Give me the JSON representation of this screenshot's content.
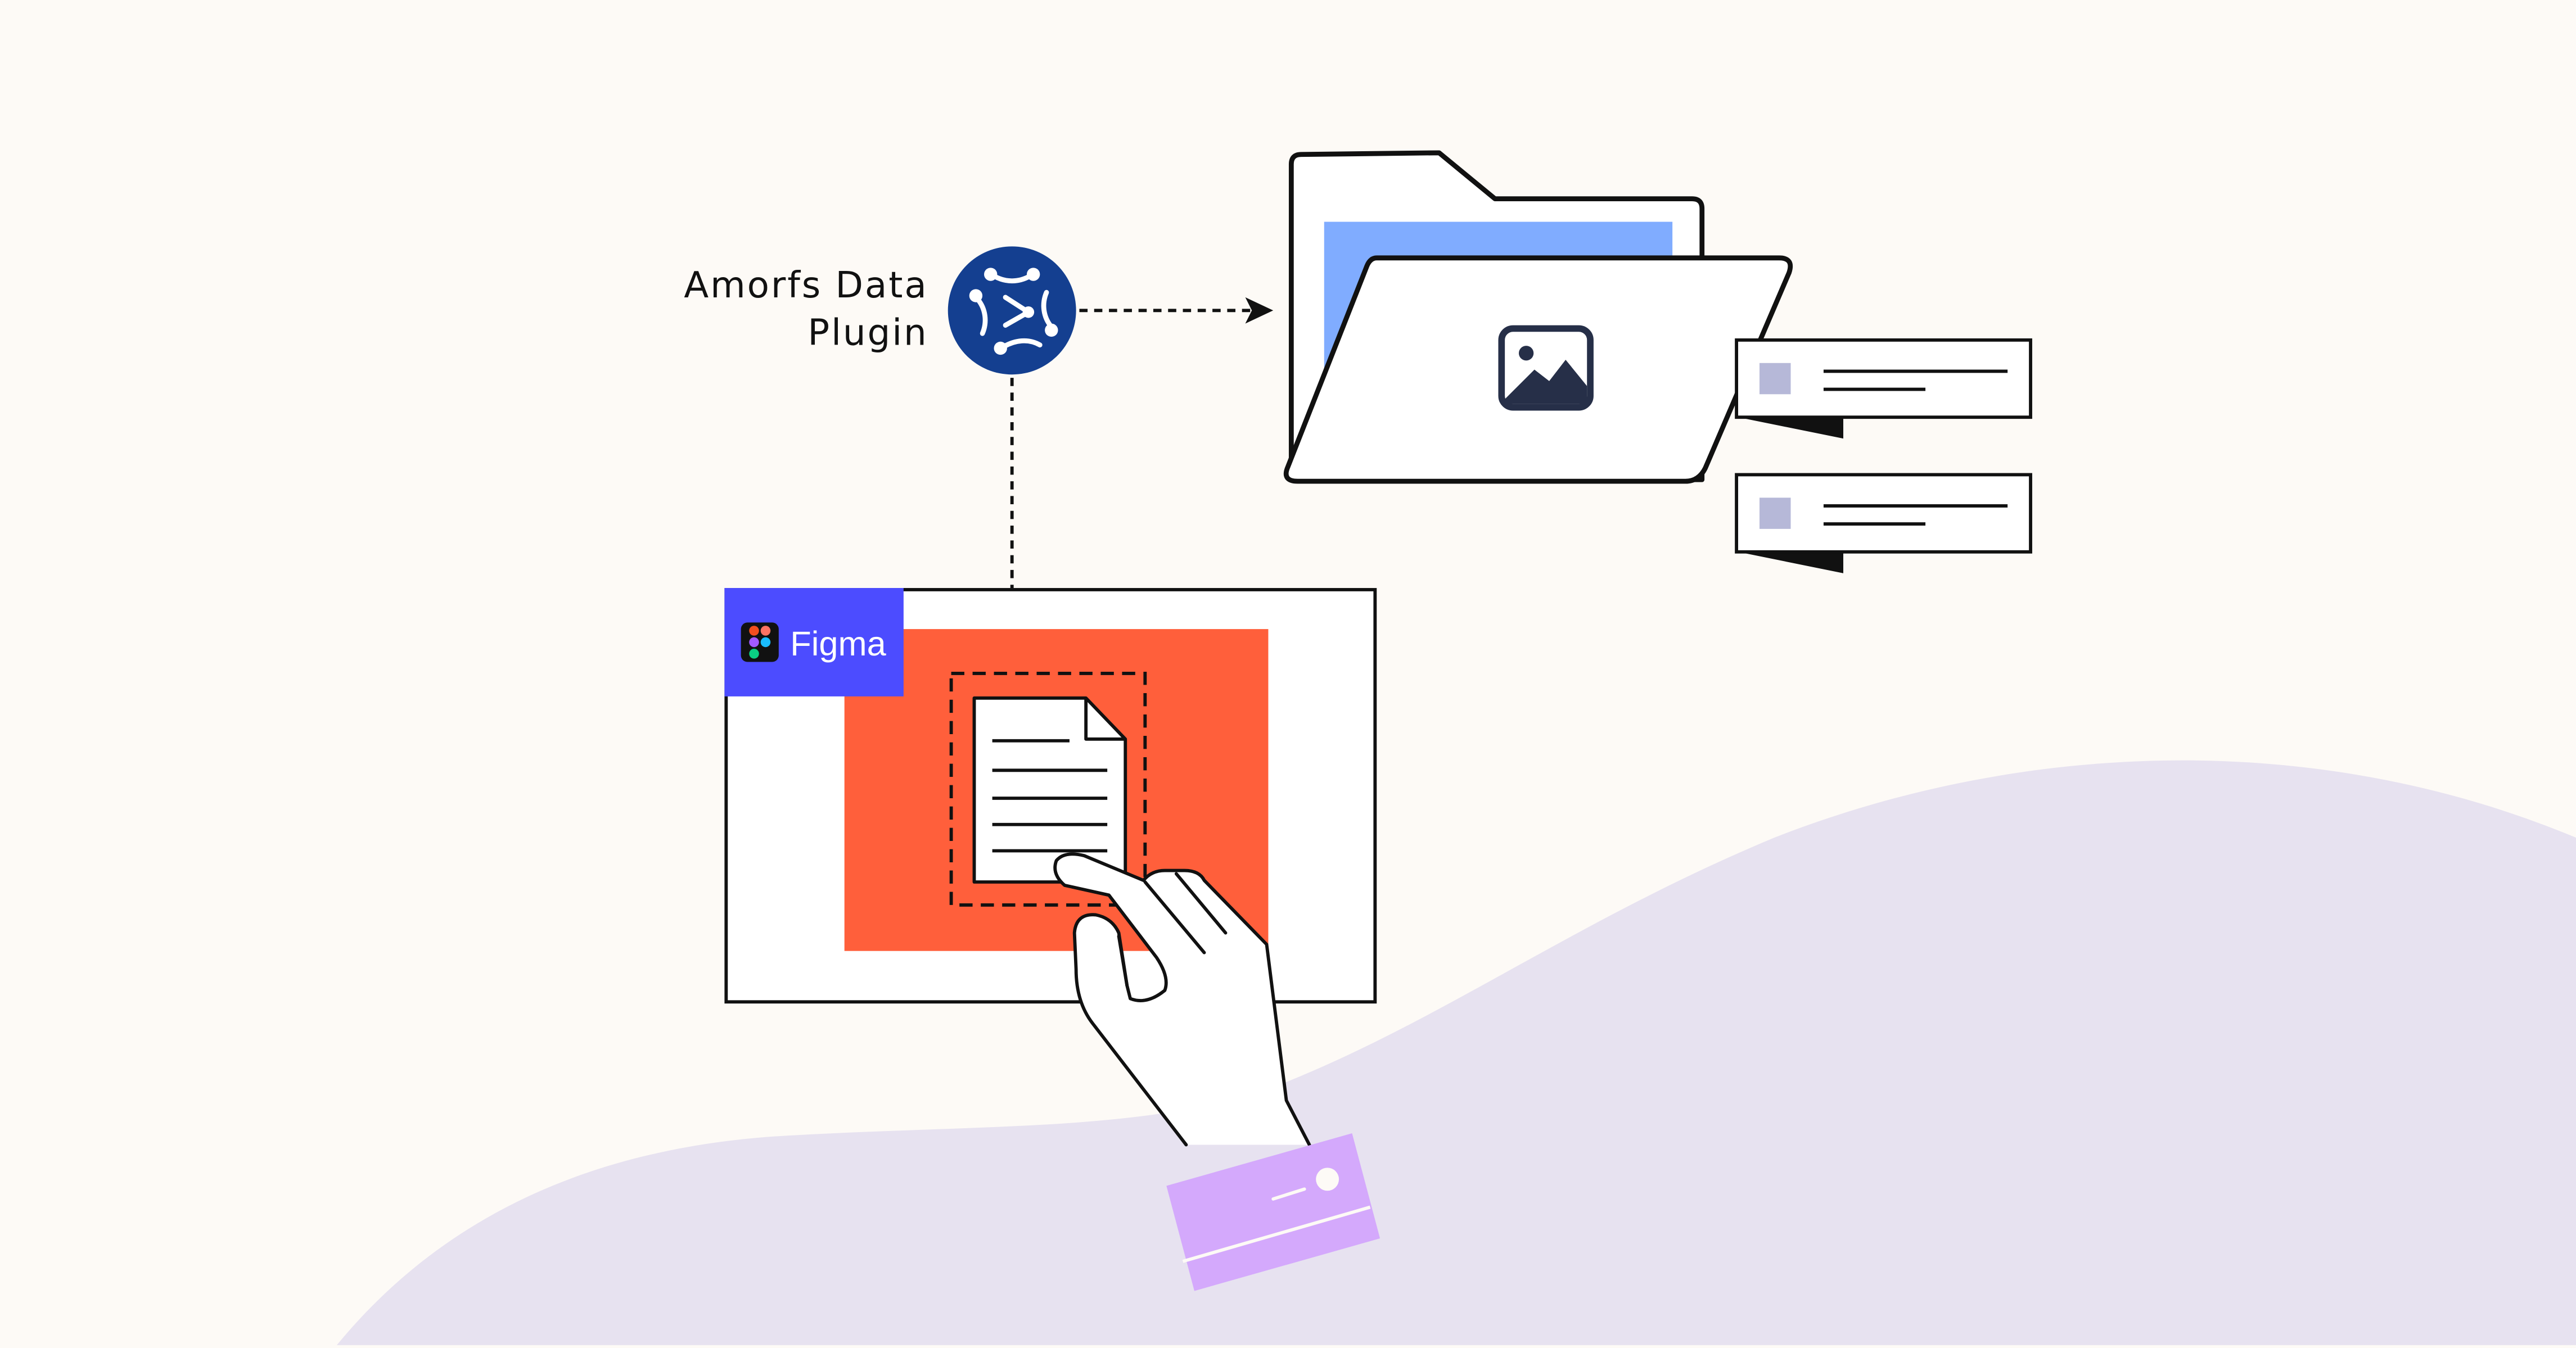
{
  "plugin": {
    "label_line1": "Amorfs Data",
    "label_line2": "Plugin",
    "logo_icon": "amorfs-network-icon"
  },
  "figma": {
    "label": "Figma",
    "logo_icon": "figma-logo-icon"
  },
  "colors": {
    "background": "#fdfaf6",
    "wave": "#e7e2f0",
    "plugin_circle": "#143f90",
    "figma_tab": "#4c4cff",
    "canvas_fill": "#ff5f3b",
    "folder_back": "#80acff",
    "card_square": "#b6b8d8",
    "cuff": "#d4a9fc",
    "outline": "#111111"
  },
  "icons": {
    "folder": "folder-icon",
    "image": "image-icon",
    "document": "document-icon",
    "hand": "pointing-hand-icon"
  }
}
